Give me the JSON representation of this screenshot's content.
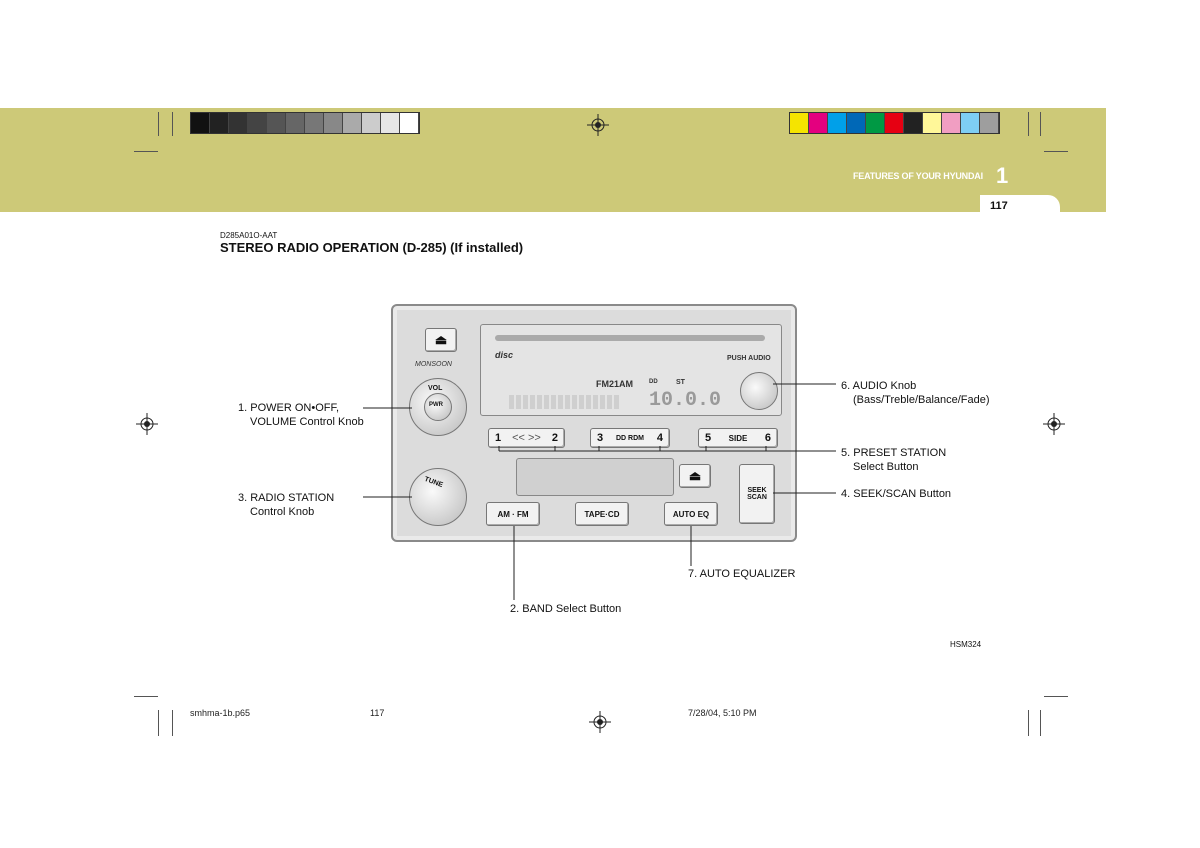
{
  "header": {
    "chapter_title": "FEATURES OF YOUR HYUNDAI",
    "chapter_number": "1",
    "page_number": "117",
    "gray_swatches": [
      "#111111",
      "#222222",
      "#333333",
      "#444444",
      "#555555",
      "#666666",
      "#777777",
      "#888888",
      "#aaaaaa",
      "#cccccc",
      "#e6e6e6",
      "#ffffff"
    ],
    "color_swatches": [
      "#f5e400",
      "#e4007f",
      "#00a0e9",
      "#0068b7",
      "#009944",
      "#e60012",
      "#222222",
      "#fff799",
      "#f19ec2",
      "#7ecef4",
      "#9e9e9e"
    ]
  },
  "section": {
    "code": "D285A01O-AAT",
    "title": "STEREO RADIO OPERATION (D-285) (If installed)"
  },
  "radio": {
    "brand": "MONSOON",
    "disc_label": "disc",
    "push_audio": "PUSH AUDIO",
    "display_band": "FM21AM",
    "display_st": "ST",
    "display_freq": "10.0.0",
    "display_dd": "DD",
    "vol_label": "VOL",
    "pwr_label": "PWR",
    "tune_label": "TUNE",
    "preset_1": "1",
    "preset_2": "2",
    "preset_3": "3",
    "preset_4": "4",
    "preset_5": "5",
    "preset_6": "6",
    "rew_ff": "<< >>",
    "dd_rdm": "DD  RDM",
    "side": "SIDE",
    "seek_line1": "SEEK",
    "seek_line2": "SCAN",
    "am_fm": "AM · FM",
    "tape_cd": "TAPE·CD",
    "auto_eq": "AUTO EQ",
    "eject_symbol": "⏏"
  },
  "callouts": {
    "c1_line1": "1. POWER  ON•OFF,",
    "c1_line2": "VOLUME Control Knob",
    "c2": "2. BAND Select Button",
    "c3_line1": "3. RADIO  STATION",
    "c3_line2": "Control Knob",
    "c4": "4. SEEK/SCAN Button",
    "c5_line1": "5. PRESET  STATION",
    "c5_line2": "Select Button",
    "c6_line1": "6. AUDIO Knob",
    "c6_line2": "(Bass/Treble/Balance/Fade)",
    "c7": "7. AUTO  EQUALIZER"
  },
  "figure_ref": "HSM324",
  "footer": {
    "file": "smhma-1b.p65",
    "page": "117",
    "timestamp": "7/28/04, 5:10 PM"
  }
}
